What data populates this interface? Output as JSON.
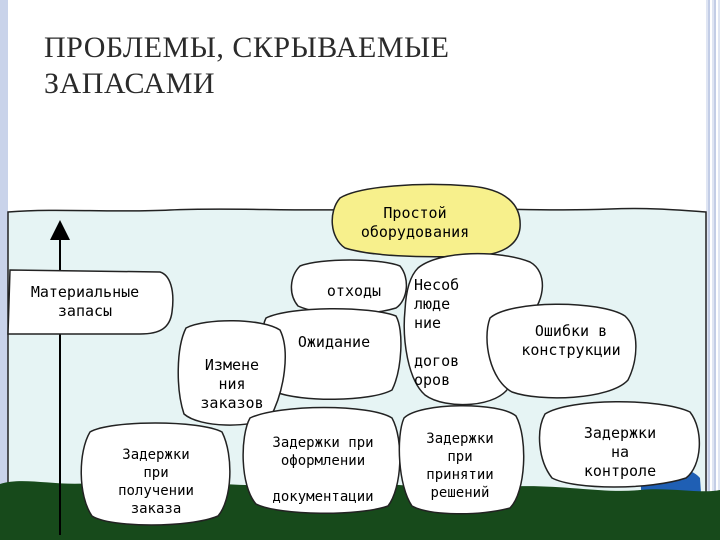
{
  "slide": {
    "title_line1": "ПРОБЛЕМЫ, СКРЫВАЕМЫЕ",
    "title_line2": "ЗАПАСАМИ"
  },
  "colors": {
    "water": "#e6f4f4",
    "rock_fill": "#ffffff",
    "highlight_rock": "#f7f08c",
    "ground": "#174a1b",
    "accent_blue": "#1f5fb4"
  },
  "labels": {
    "inventory": "Материальные\nзапасы",
    "downtime": "Простой\nоборудования",
    "waste": "отходы",
    "waiting": "Ожидание",
    "unreliable_contracts": "Несоб\nлюде\nние\n\nдогов\nоров",
    "design_errors": "Ошибки в\nконструкции",
    "order_changes": "Измене\nния\nзаказов",
    "receiving_delays": "Задержки\nпри\nполучении\nзаказа",
    "paperwork_delays": "Задержки при\nоформлении\n\nдокументации",
    "decision_delays": "Задержки\nпри\nпринятии\nрешений",
    "inspection_delays": "Задержки\nна\nконтроле"
  }
}
